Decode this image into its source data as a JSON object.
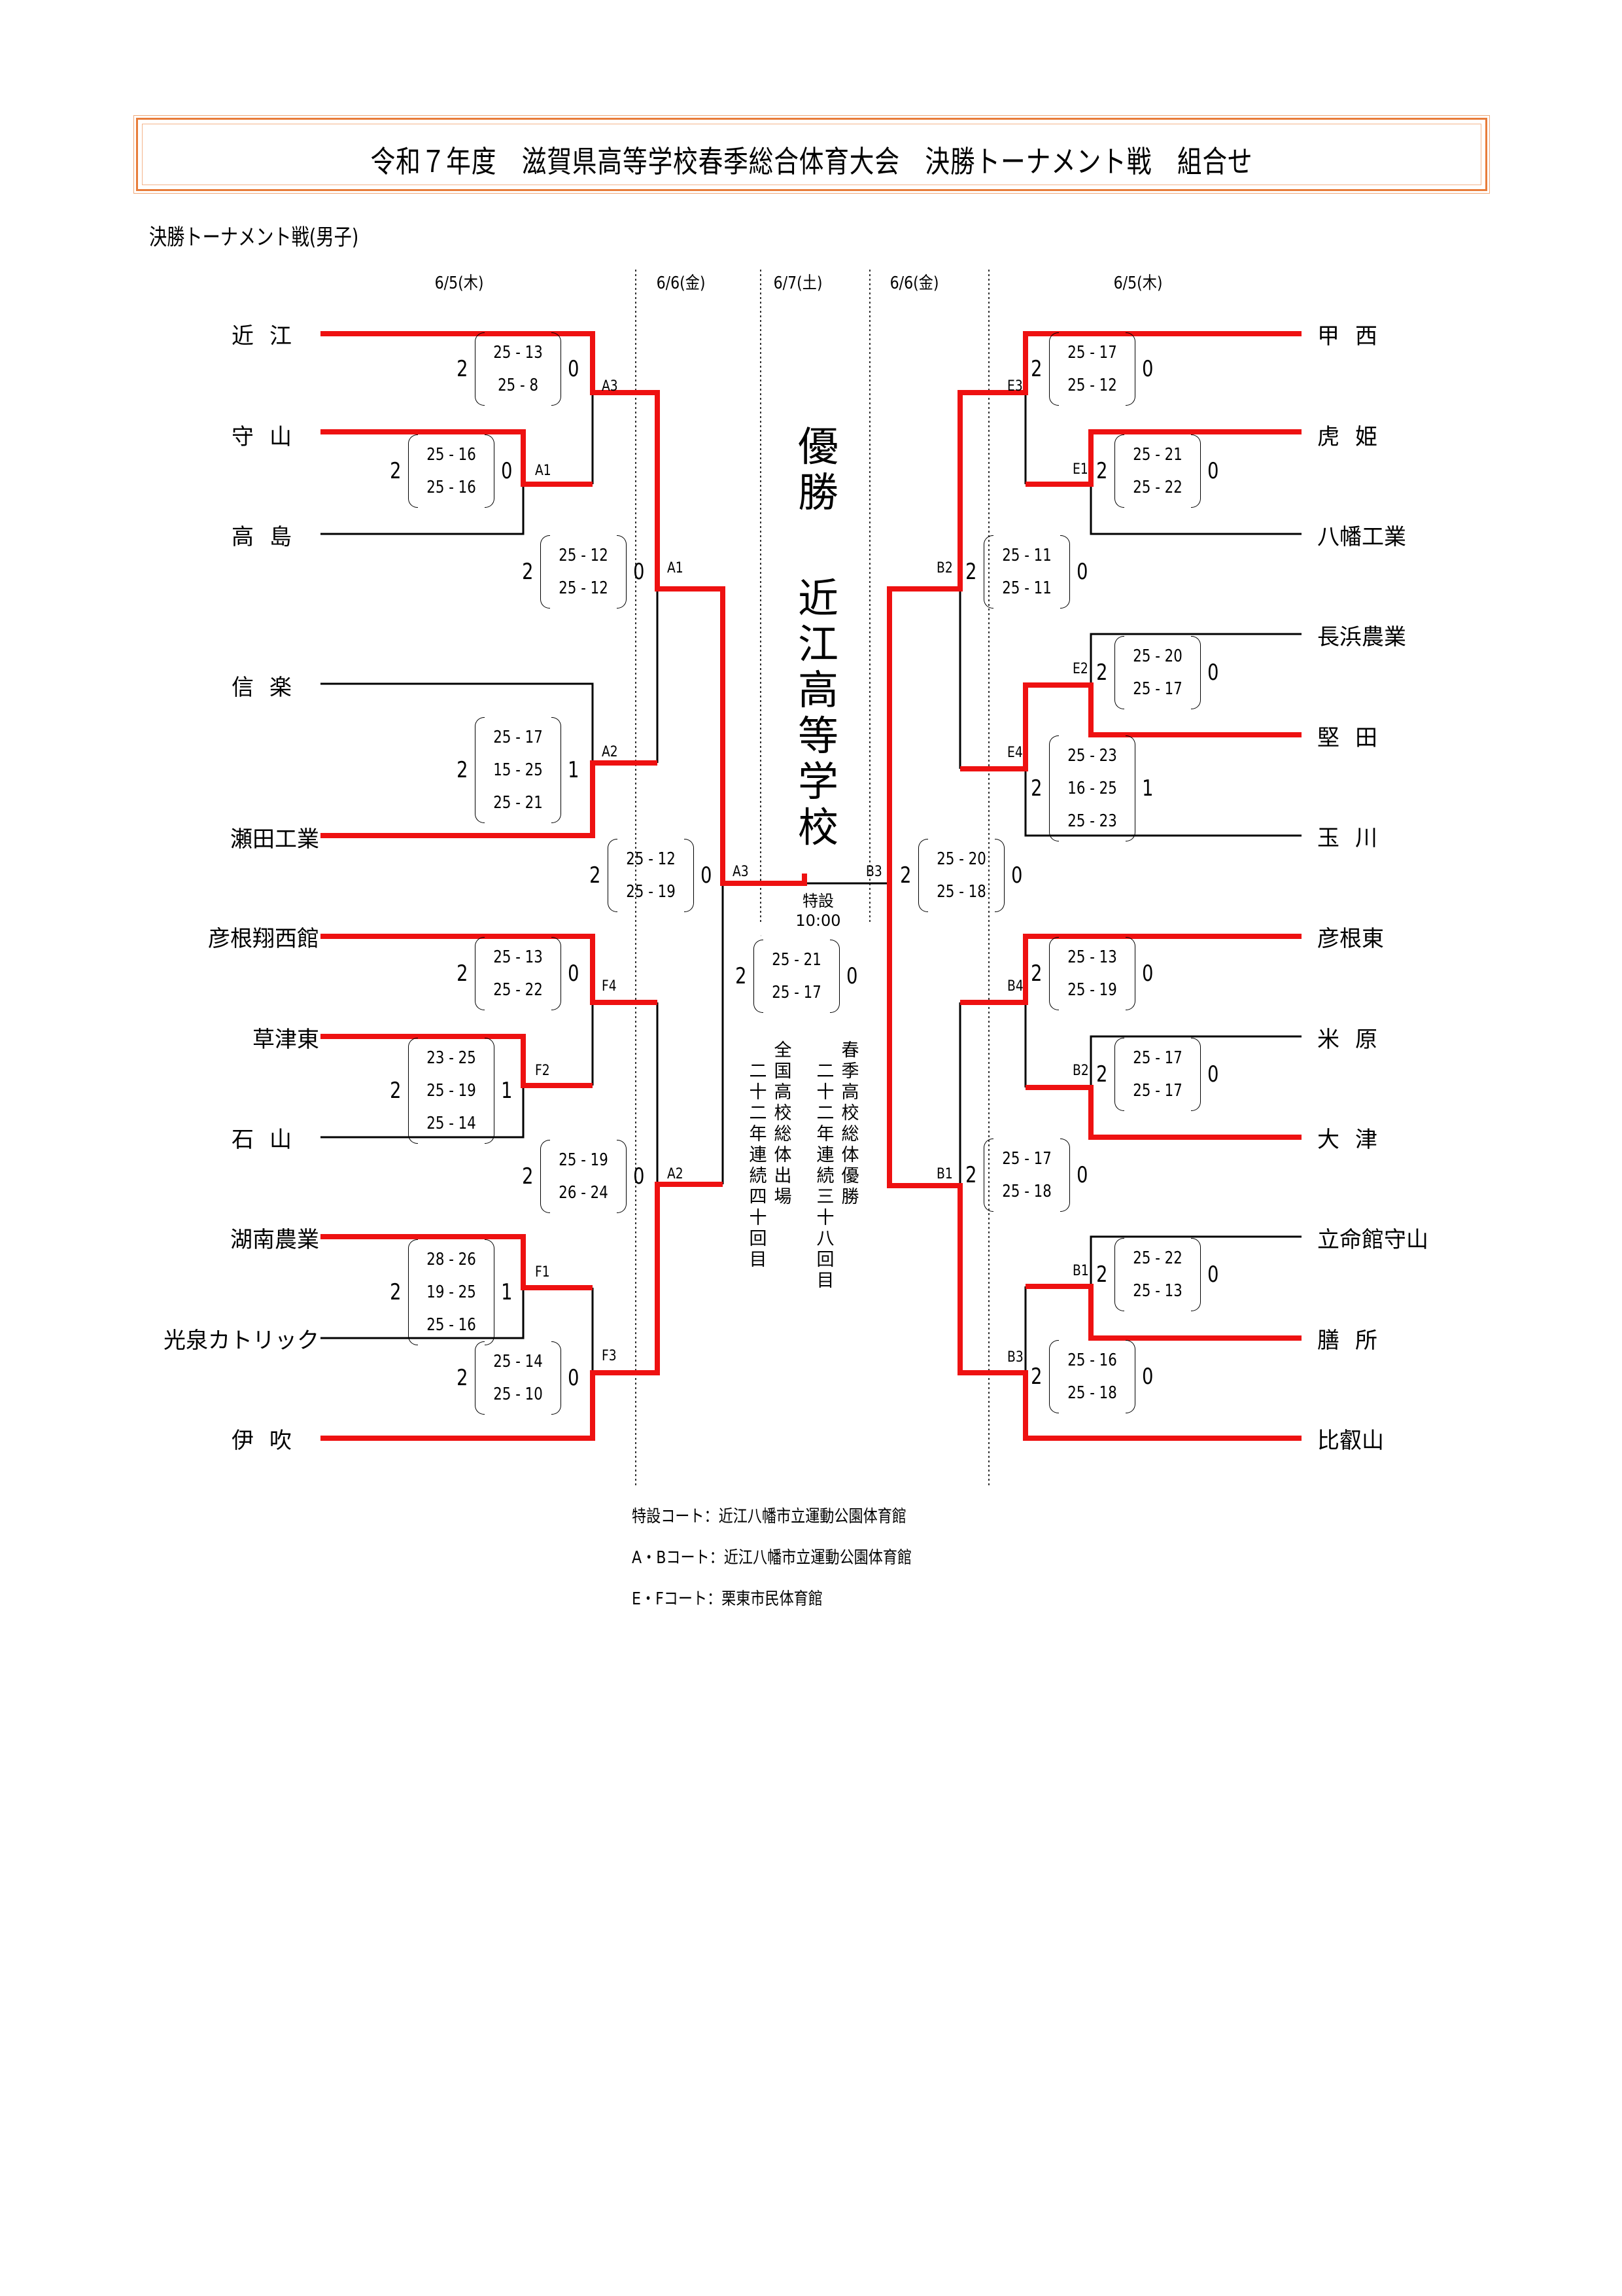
{
  "header": {
    "title": "令和７年度　滋賀県高等学校春季総合体育大会　決勝トーナメント戦　組合せ",
    "subtitle": "決勝トーナメント戦(男子)"
  },
  "dates": [
    "6/5(木)",
    "6/6(金)",
    "6/7(土)",
    "6/6(金)",
    "6/5(木)"
  ],
  "colors": {
    "winner_line": "#ee1111",
    "loser_line": "#000000",
    "title_border": "#e87c3a"
  },
  "left_teams": [
    "近江",
    "守山",
    "高島",
    "信楽",
    "瀬田工業",
    "彦根翔西館",
    "草津東",
    "石山",
    "湖南農業",
    "光泉カトリック",
    "伊吹"
  ],
  "right_teams": [
    "甲西",
    "虎姫",
    "八幡工業",
    "長浜農業",
    "堅田",
    "玉川",
    "彦根東",
    "米原",
    "大津",
    "立命館守山",
    "膳所",
    "比叡山"
  ],
  "matches": {
    "left_A1_r1": {
      "code": "A1",
      "winner": "守山",
      "loser": "高島",
      "w": "2",
      "l": "0",
      "sets": [
        "25 - 16",
        "25 - 16"
      ]
    },
    "left_A3": {
      "code": "A3",
      "winner": "近江",
      "loser": "守山",
      "w": "2",
      "l": "0",
      "sets": [
        "25 - 13",
        "25 -  8"
      ]
    },
    "left_A2_r1": {
      "code": "A2",
      "winner": "瀬田工業",
      "loser": "信楽",
      "w": "2",
      "l": "1",
      "sets": [
        "25 - 17",
        "15 - 25",
        "25 - 21"
      ]
    },
    "left_A1_r2": {
      "code": "A1",
      "winner": "近江",
      "loser": "瀬田工業",
      "w": "2",
      "l": "0",
      "sets": [
        "25 - 12",
        "25 - 12"
      ]
    },
    "left_F2": {
      "code": "F2",
      "winner": "草津東",
      "loser": "石山",
      "w": "2",
      "l": "1",
      "sets": [
        "23 - 25",
        "25 - 19",
        "25 - 14"
      ]
    },
    "left_F4": {
      "code": "F4",
      "winner": "彦根翔西館",
      "loser": "草津東",
      "w": "2",
      "l": "0",
      "sets": [
        "25 - 13",
        "25 - 22"
      ]
    },
    "left_F1": {
      "code": "F1",
      "winner": "湖南農業",
      "loser": "光泉カトリック",
      "w": "2",
      "l": "1",
      "sets": [
        "28 - 26",
        "19 - 25",
        "25 - 16"
      ]
    },
    "left_F3": {
      "code": "F3",
      "winner": "伊吹",
      "loser": "湖南農業",
      "w": "2",
      "l": "0",
      "sets": [
        "25 - 14",
        "25 - 10"
      ]
    },
    "left_A2_r2": {
      "code": "A2",
      "winner": "伊吹",
      "loser": "彦根翔西館",
      "w": "2",
      "l": "0",
      "sets": [
        "25 - 19",
        "26 - 24"
      ]
    },
    "left_A3_semi": {
      "code": "A3",
      "winner": "近江",
      "loser": "伊吹",
      "w": "2",
      "l": "0",
      "sets": [
        "25 - 12",
        "25 - 19"
      ]
    },
    "right_E1": {
      "code": "E1",
      "winner": "虎姫",
      "loser": "八幡工業",
      "w": "2",
      "l": "0",
      "sets": [
        "25 - 21",
        "25 - 22"
      ]
    },
    "right_E3": {
      "code": "E3",
      "winner": "甲西",
      "loser": "虎姫",
      "w": "2",
      "l": "0",
      "sets": [
        "25 - 17",
        "25 - 12"
      ]
    },
    "right_E2": {
      "code": "E2",
      "winner": "堅田",
      "loser": "長浜農業",
      "w": "2",
      "l": "0",
      "sets": [
        "25 - 20",
        "25 - 17"
      ]
    },
    "right_E4": {
      "code": "E4",
      "winner": "堅田",
      "loser": "玉川",
      "w": "2",
      "l": "1",
      "sets": [
        "25 - 23",
        "16 - 25",
        "25 - 23"
      ]
    },
    "right_B2_r2": {
      "code": "B2",
      "winner": "甲西",
      "loser": "堅田",
      "w": "2",
      "l": "0",
      "sets": [
        "25 - 11",
        "25 - 11"
      ]
    },
    "right_B4": {
      "code": "B4",
      "winner": "彦根東",
      "loser": "大津",
      "w": "2",
      "l": "0",
      "sets": [
        "25 - 13",
        "25 - 19"
      ]
    },
    "right_B2_r1": {
      "code": "B2",
      "winner": "大津",
      "loser": "米原",
      "w": "2",
      "l": "0",
      "sets": [
        "25 - 17",
        "25 - 17"
      ]
    },
    "right_B1_r1": {
      "code": "B1",
      "winner": "膳所",
      "loser": "立命館守山",
      "w": "2",
      "l": "0",
      "sets": [
        "25 - 22",
        "25 - 13"
      ]
    },
    "right_B3_r1": {
      "code": "B3",
      "winner": "比叡山",
      "loser": "膳所",
      "w": "2",
      "l": "0",
      "sets": [
        "25 - 16",
        "25 - 18"
      ]
    },
    "right_B1_r2": {
      "code": "B1",
      "winner": "比叡山",
      "loser": "彦根東",
      "w": "2",
      "l": "0",
      "sets": [
        "25 - 17",
        "25 - 18"
      ]
    },
    "right_B3_semi": {
      "code": "B3",
      "winner": "比叡山",
      "loser": "甲西",
      "w": "2",
      "l": "0",
      "sets": [
        "25 - 20",
        "25 - 18"
      ]
    },
    "final": {
      "code": "特設",
      "time": "10:00",
      "winner": "近江",
      "loser": "比叡山",
      "w": "2",
      "l": "0",
      "sets": [
        "25  -  21",
        "25  -  17"
      ]
    }
  },
  "champion": {
    "label": "優勝",
    "school": "近江高等学校"
  },
  "notes": {
    "national": "全国高校総体出場",
    "national_count": "二十二年連続四十回目",
    "spring": "春季高校総体優勝",
    "spring_count": "二十二年連続三十八回目"
  },
  "venues": [
    "特設コート：近江八幡市立運動公園体育館",
    "A・Bコート：近江八幡市立運動公園体育館",
    "E・Fコート：栗東市民体育館"
  ]
}
